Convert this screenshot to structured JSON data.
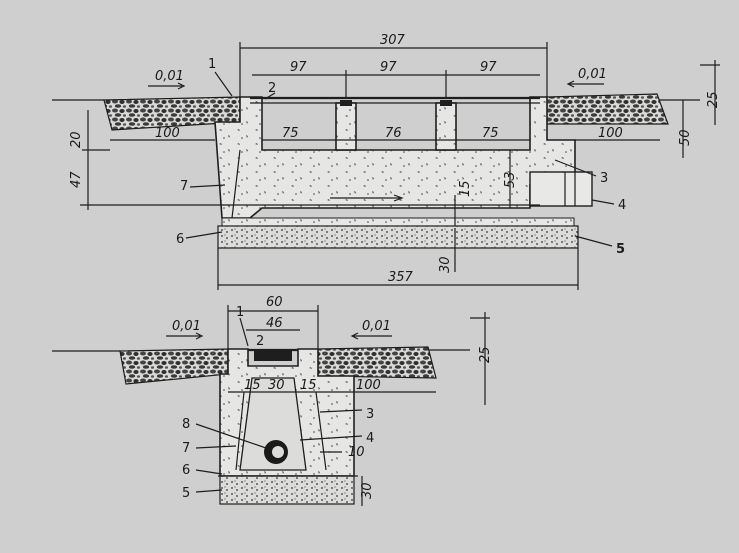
{
  "top_section": {
    "dims": {
      "overall_top": "307",
      "span_1": "97",
      "span_2": "97",
      "span_3": "97",
      "slope_left": "0,01",
      "slope_right": "0,01",
      "right_depth": "25",
      "left_upper": "20",
      "left_lower": "47",
      "walk_left": "100",
      "walk_right": "100",
      "bay_1": "75",
      "bay_2": "76",
      "bay_3": "75",
      "right_50": "50",
      "height_53": "53",
      "drop_15": "15",
      "base_30": "30",
      "overall_bottom": "357"
    },
    "callouts": {
      "c1": "1",
      "c2": "2",
      "c3": "3",
      "c4": "4",
      "c5": "5",
      "c6": "6",
      "c7": "7"
    }
  },
  "bottom_section": {
    "dims": {
      "outer": "60",
      "inner": "46",
      "slope_left": "0,01",
      "slope_right": "0,01",
      "right_depth": "25",
      "wall_left": "15",
      "channel": "30",
      "wall_right": "15",
      "walk": "100",
      "pipe_gap": "10",
      "base": "30"
    },
    "callouts": {
      "c1": "1",
      "c2": "2",
      "c3": "3",
      "c4": "4",
      "c5": "5",
      "c6": "6",
      "c7": "7",
      "c8": "8"
    }
  }
}
